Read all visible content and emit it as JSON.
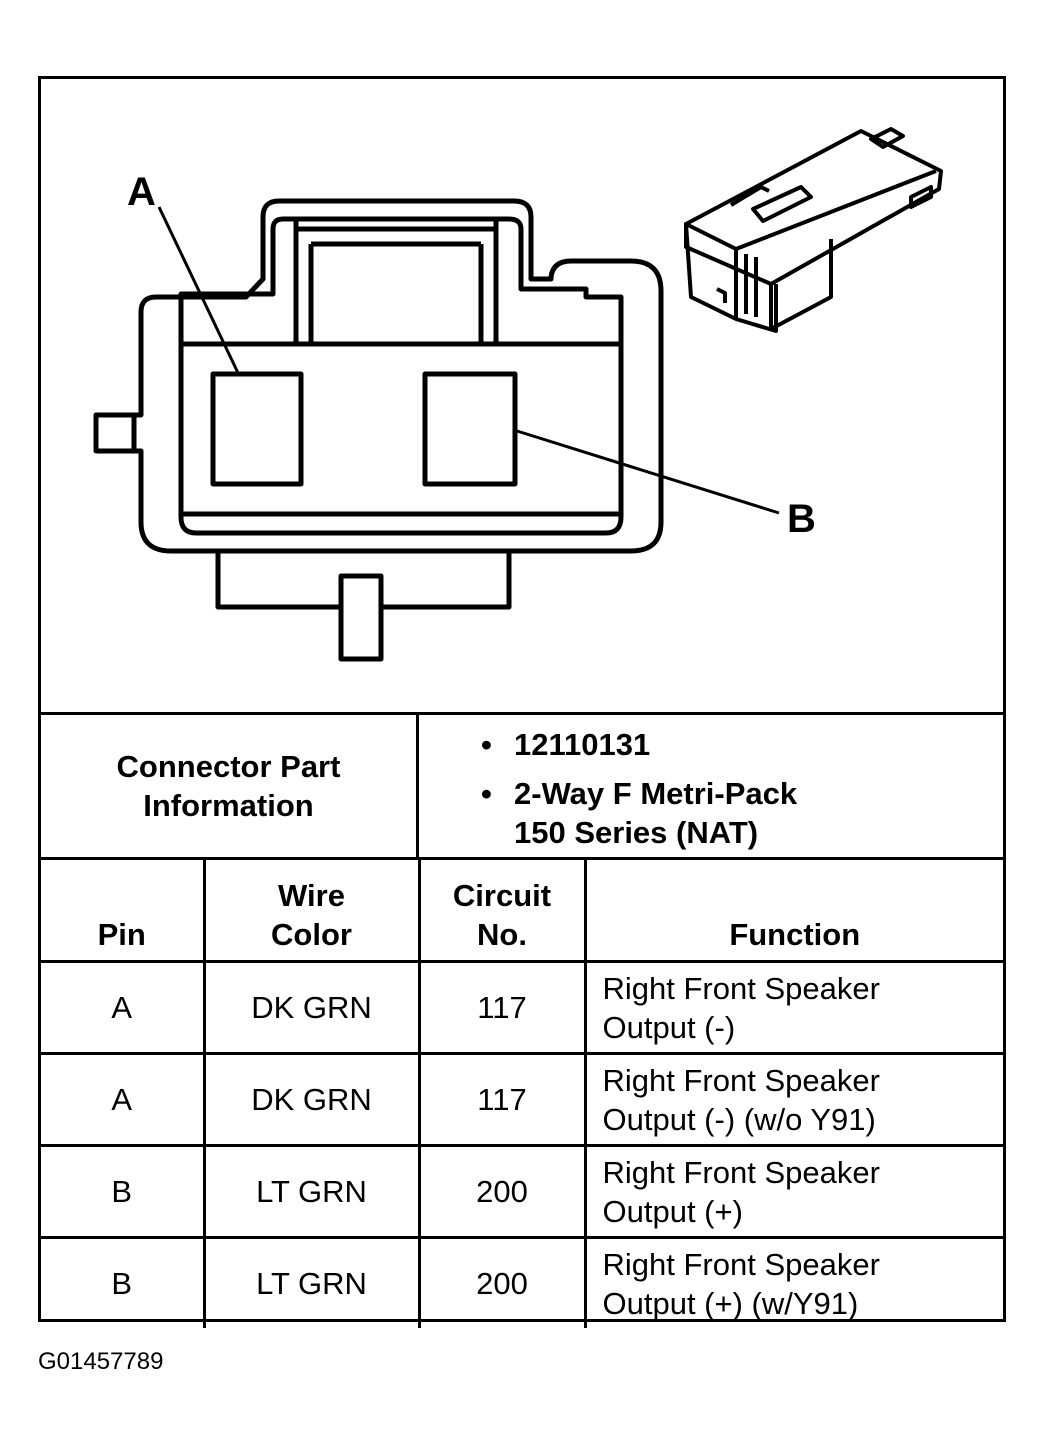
{
  "diagram": {
    "pin_labels": {
      "a": "A",
      "b": "B"
    },
    "icons": [
      "connector-face-view-icon",
      "connector-3d-view-icon"
    ]
  },
  "part_info": {
    "label_line1": "Connector Part",
    "label_line2": "Information",
    "bullets": [
      "12110131",
      "2-Way F Metri-Pack",
      "150 Series (NAT)"
    ]
  },
  "table": {
    "headers": {
      "pin": "Pin",
      "wire_color_1": "Wire",
      "wire_color_2": "Color",
      "circuit_1": "Circuit",
      "circuit_2": "No.",
      "function": "Function"
    },
    "rows": [
      {
        "pin": "A",
        "wire_color": "DK GRN",
        "circuit": "117",
        "function_1": "Right Front Speaker",
        "function_2": "Output (-)"
      },
      {
        "pin": "A",
        "wire_color": "DK GRN",
        "circuit": "117",
        "function_1": "Right Front Speaker",
        "function_2": "Output (-) (w/o Y91)"
      },
      {
        "pin": "B",
        "wire_color": "LT GRN",
        "circuit": "200",
        "function_1": "Right Front Speaker",
        "function_2": "Output (+)"
      },
      {
        "pin": "B",
        "wire_color": "LT GRN",
        "circuit": "200",
        "function_1": "Right Front Speaker",
        "function_2": "Output (+) (w/Y91)"
      }
    ]
  },
  "figure_id": "G01457789"
}
